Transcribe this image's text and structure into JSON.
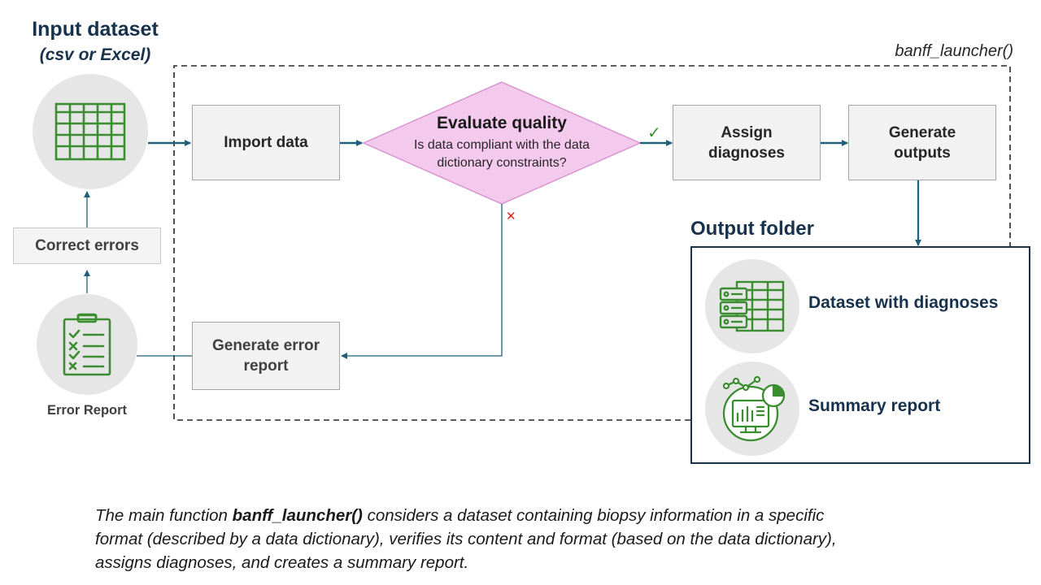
{
  "colors": {
    "navy": "#17324d",
    "arrow": "#1f5f7a",
    "green": "#3a8e2f",
    "diamond_fill": "#f4c9ee",
    "diamond_border": "#d896d0",
    "box_fill": "#f2f2f2",
    "icon_bg": "#e6e6e6",
    "red_x": "#e02020"
  },
  "input": {
    "title": "Input dataset",
    "subtitle": "(csv or Excel)",
    "icon": "table-icon"
  },
  "function_label": "banff_launcher()",
  "steps": {
    "import": "Import data",
    "evaluate_title": "Evaluate quality",
    "evaluate_question": "Is data compliant with the data dictionary constraints?",
    "assign": "Assign diagnoses",
    "generate_outputs": "Generate outputs",
    "generate_error": "Generate error report",
    "correct": "Correct errors"
  },
  "pass_mark": "✓",
  "fail_mark": "✕",
  "error_report": {
    "label": "Error Report",
    "icon": "checklist-icon"
  },
  "output": {
    "title": "Output folder",
    "items": [
      {
        "label": "Dataset with diagnoses",
        "icon": "dataset-icon"
      },
      {
        "label": "Summary report",
        "icon": "report-chart-icon"
      }
    ]
  },
  "caption": {
    "part1": "The main function ",
    "bold": "banff_launcher()",
    "part2": " considers a dataset containing biopsy information in a specific format (described by a data dictionary), verifies its content and format (based on the data dictionary), assigns diagnoses, and creates a summary report."
  }
}
